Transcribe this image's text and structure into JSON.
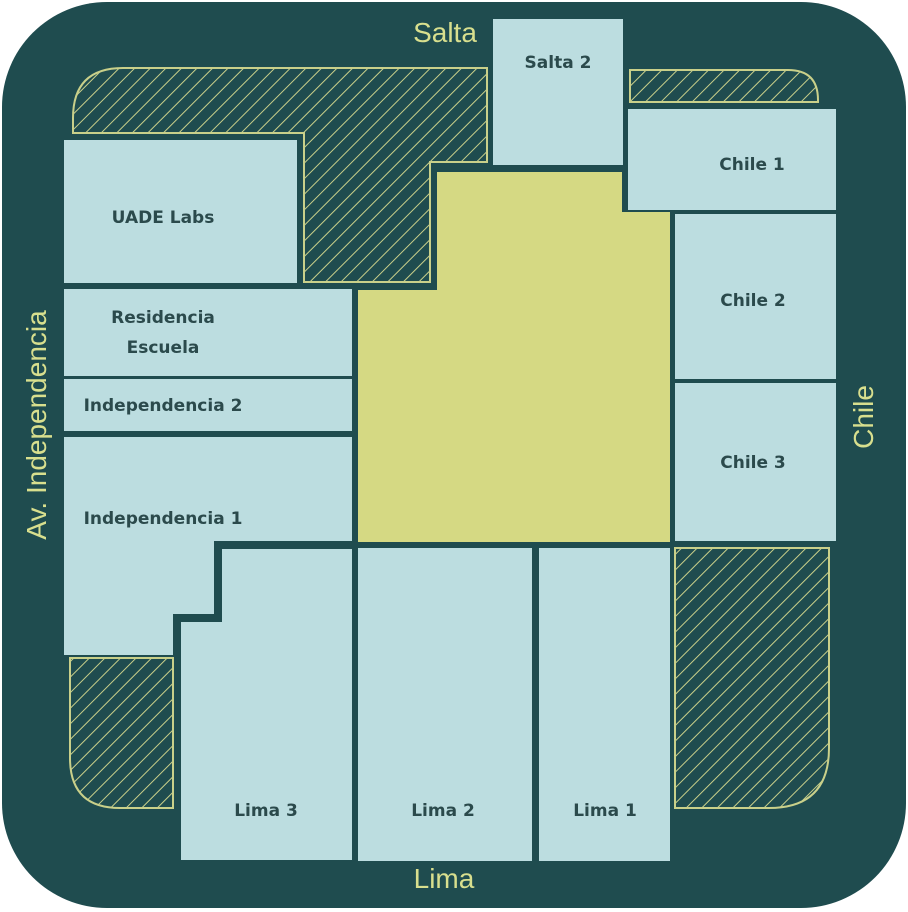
{
  "streets": {
    "north": "Salta",
    "south": "Lima",
    "east": "Chile",
    "west": "Av. Independencia"
  },
  "buildings": {
    "salta2": "Salta 2",
    "chile1": "Chile 1",
    "chile2": "Chile 2",
    "chile3": "Chile 3",
    "uade_labs": "UADE Labs",
    "residencia_line1": "Residencia",
    "residencia_line2": "Escuela",
    "independencia2": "Independencia 2",
    "independencia1": "Independencia 1",
    "lima3": "Lima 3",
    "lima2": "Lima 2",
    "lima1": "Lima 1"
  },
  "colors": {
    "block_background": "#1f4c4f",
    "building_fill": "#bcdde0",
    "courtyard_fill": "#d5d983",
    "street_label": "#d8df8e",
    "hatch_stroke": "#c9d08a"
  }
}
